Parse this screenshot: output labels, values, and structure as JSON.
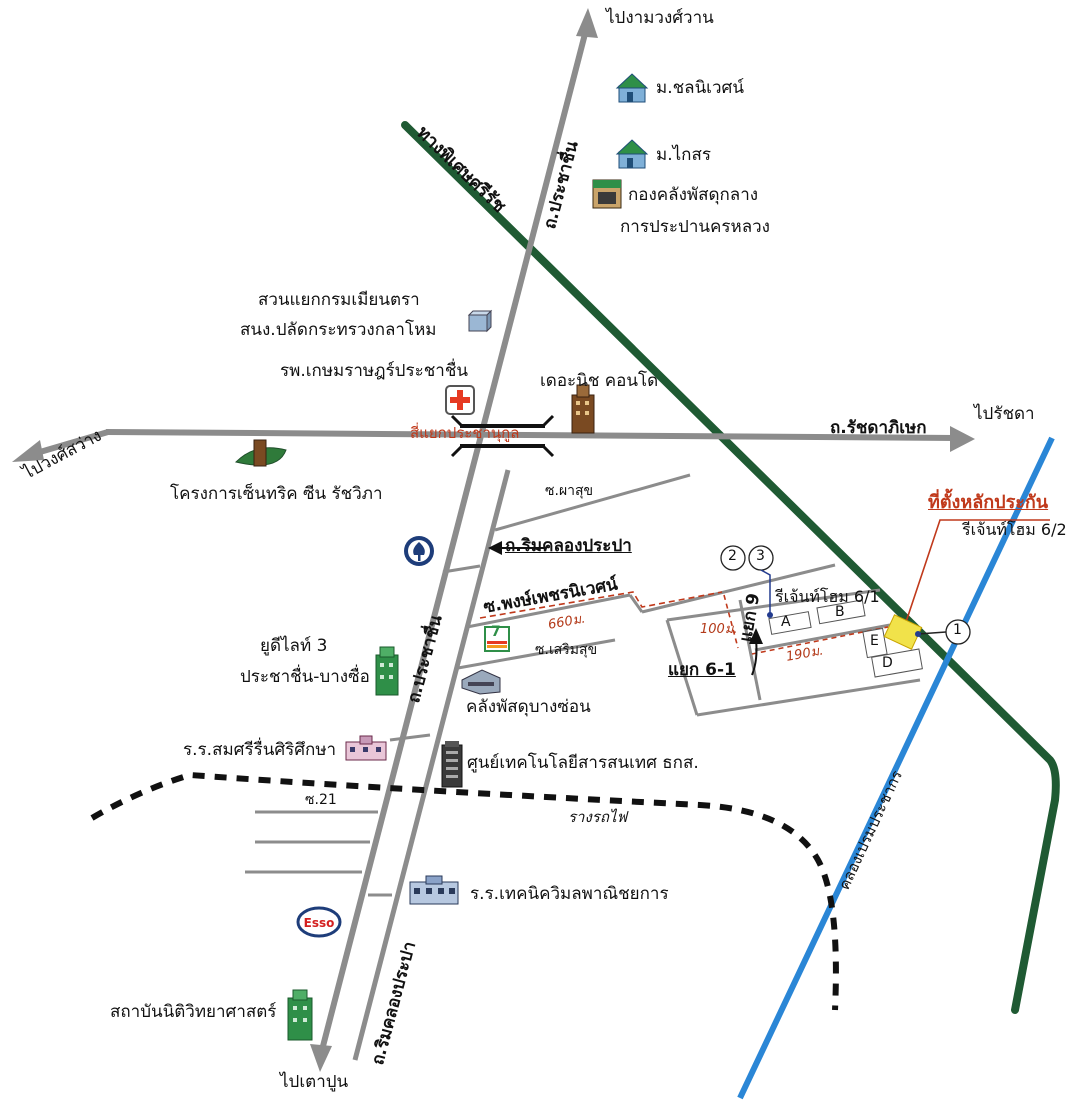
{
  "directions": {
    "top": "ไปงามวงศ์วาน",
    "bottom": "ไปเตาปูน",
    "left": "ไปวงศ์สว่าง",
    "right": "ไปรัชดา"
  },
  "roads": {
    "expressway": "ทางพิเศษศรีรัช",
    "prachachuen_top": "ถ.ประชาชื่น",
    "prachachuen_mid": "ถ.ประชาชื่น",
    "rim_khlong_bottom": "ถ.ริมคลองประปา",
    "rim_khlong_label": "ถ.ริมคลองประปา",
    "ratchadaphisek": "ถ.รัชดาภิเษก",
    "intersection": "สี่แยกประชานุกูล",
    "soi_phasuk": "ซ.ผาสุข",
    "soi_phong": "ซ.พงษ์เพชรนิเวศน์",
    "soi_soemsuk": "ซ.เสริมสุข",
    "soi_21": "ซ.21",
    "yaek_9": "แยก 9",
    "yaek_6_1": "แยก 6-1",
    "railway": "รางรถไฟ",
    "canal": "คลองเปรมประชากร"
  },
  "landmarks": {
    "chonniwet": "ม.ชลนิเวศน์",
    "kaisorn": "ม.ไกสร",
    "warehouse_line1": "กองคลังพัสดุกลาง",
    "warehouse_line2": "การประปานครหลวง",
    "garden_line1": "สวนแยกกรมเมียนตรา",
    "garden_line2": "สนง.ปลัดกระทรวงกลาโหม",
    "hospital": "รพ.เกษมราษฎร์ประชาชื่น",
    "condo": "เดอะนิช คอนโด",
    "centric": "โครงการเซ็นทริค ซีน รัชวิภา",
    "udee_line1": "ยูดีไลท์ 3",
    "udee_line2": "ประชาชื่น-บางซื่อ",
    "bangson_store": "คลังพัสดุบางซ่อน",
    "school_somsri": "ร.ร.สมศรีรื่นศิริศึกษา",
    "baac_center": "ศูนย์เทคโนโลยีสารสนเทศ ธกส.",
    "school_wimon": "ร.ร.เทคนิควิมลพาณิชยการ",
    "esso": "Esso",
    "nida": "สถาบันนิติวิทยาศาสตร์",
    "seven": "7"
  },
  "property": {
    "title": "ที่ตั้งหลักประกัน",
    "name_6_2": "รีเจ้นท์โฮม 6/2",
    "name_6_1": "รีเจ้นท์โฮม 6/1",
    "markers": [
      "1",
      "2",
      "3"
    ],
    "blocks": [
      "A",
      "B",
      "E",
      "D"
    ]
  },
  "distances": {
    "d660": "660ม.",
    "d100": "100ม.",
    "d190": "190ม."
  },
  "colors": {
    "expressway": "#1f5a33",
    "road": "#8c8c8c",
    "canal": "#2a86d6",
    "distance": "#c0391b",
    "property": "#f1e24a",
    "building_green": "#2f8f48",
    "building_brown": "#7a4a22",
    "hospital_red": "#e63a22"
  }
}
